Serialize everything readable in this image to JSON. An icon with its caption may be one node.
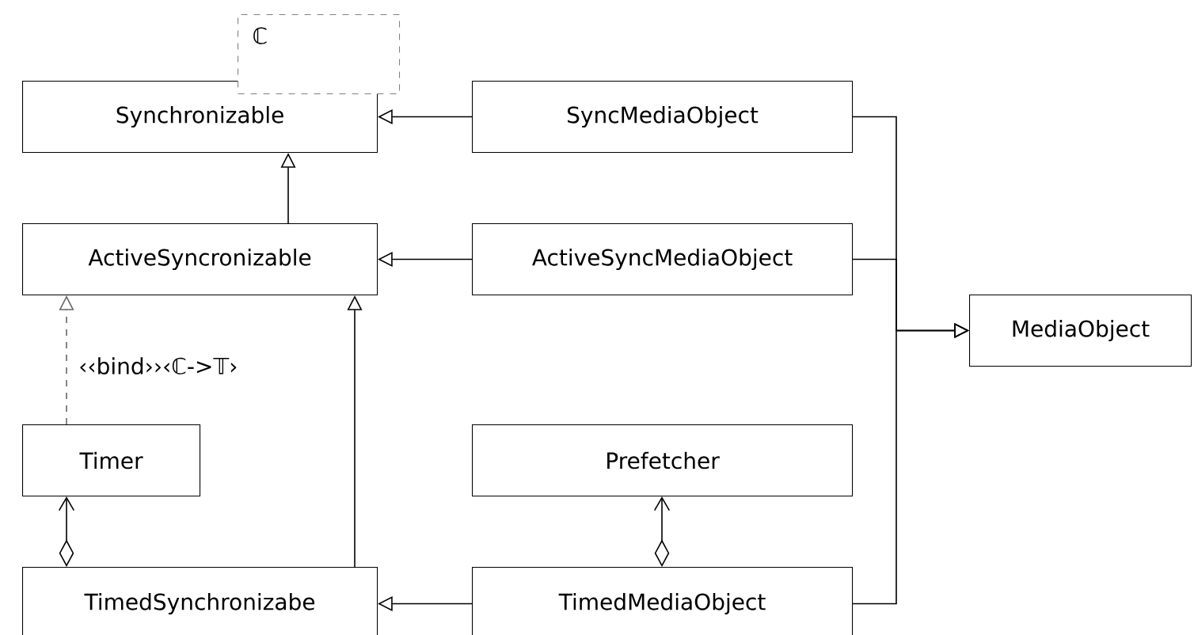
{
  "diagram": {
    "nodes": [
      {
        "text": [
          "Synchronizable"
        ]
      },
      {
        "text": [
          "ℂ"
        ]
      },
      {
        "text": [
          "SyncMediaObject"
        ]
      },
      {
        "text": [
          "ActiveSyncronizable"
        ]
      },
      {
        "text": [
          "ActiveSyncMediaObject"
        ]
      },
      {
        "text": [
          "MediaObject"
        ]
      },
      {
        "text": [
          "Timer"
        ]
      },
      {
        "text": [
          "Prefetcher"
        ]
      },
      {
        "text": [
          "TimedSynchronizabe"
        ]
      },
      {
        "text": [
          "TimedMediaObject"
        ]
      }
    ],
    "edges": [
      {
        "from": 2,
        "to": 0,
        "arrow": "to"
      },
      {
        "from": 3,
        "to": 0,
        "arrow": "to"
      },
      {
        "from": 4,
        "to": 3,
        "arrow": "to"
      },
      {
        "from": 2,
        "to": 5,
        "arrow": "to"
      },
      {
        "from": 4,
        "to": 5,
        "arrow": "to"
      },
      {
        "from": 9,
        "to": 5,
        "arrow": "to"
      },
      {
        "from": 6,
        "to": 3,
        "arrow": "to",
        "style": "dashed",
        "color": "#666666",
        "label": "‹‹bind››‹ℂ->𝕋›"
      },
      {
        "from": 8,
        "to": 3,
        "arrow": "to"
      },
      {
        "from": 9,
        "to": 8,
        "arrow": "to"
      },
      {
        "from": 8,
        "to": 6,
        "arrow": "to"
      },
      {
        "from": 9,
        "to": 7,
        "arrow": "to"
      }
    ]
  }
}
